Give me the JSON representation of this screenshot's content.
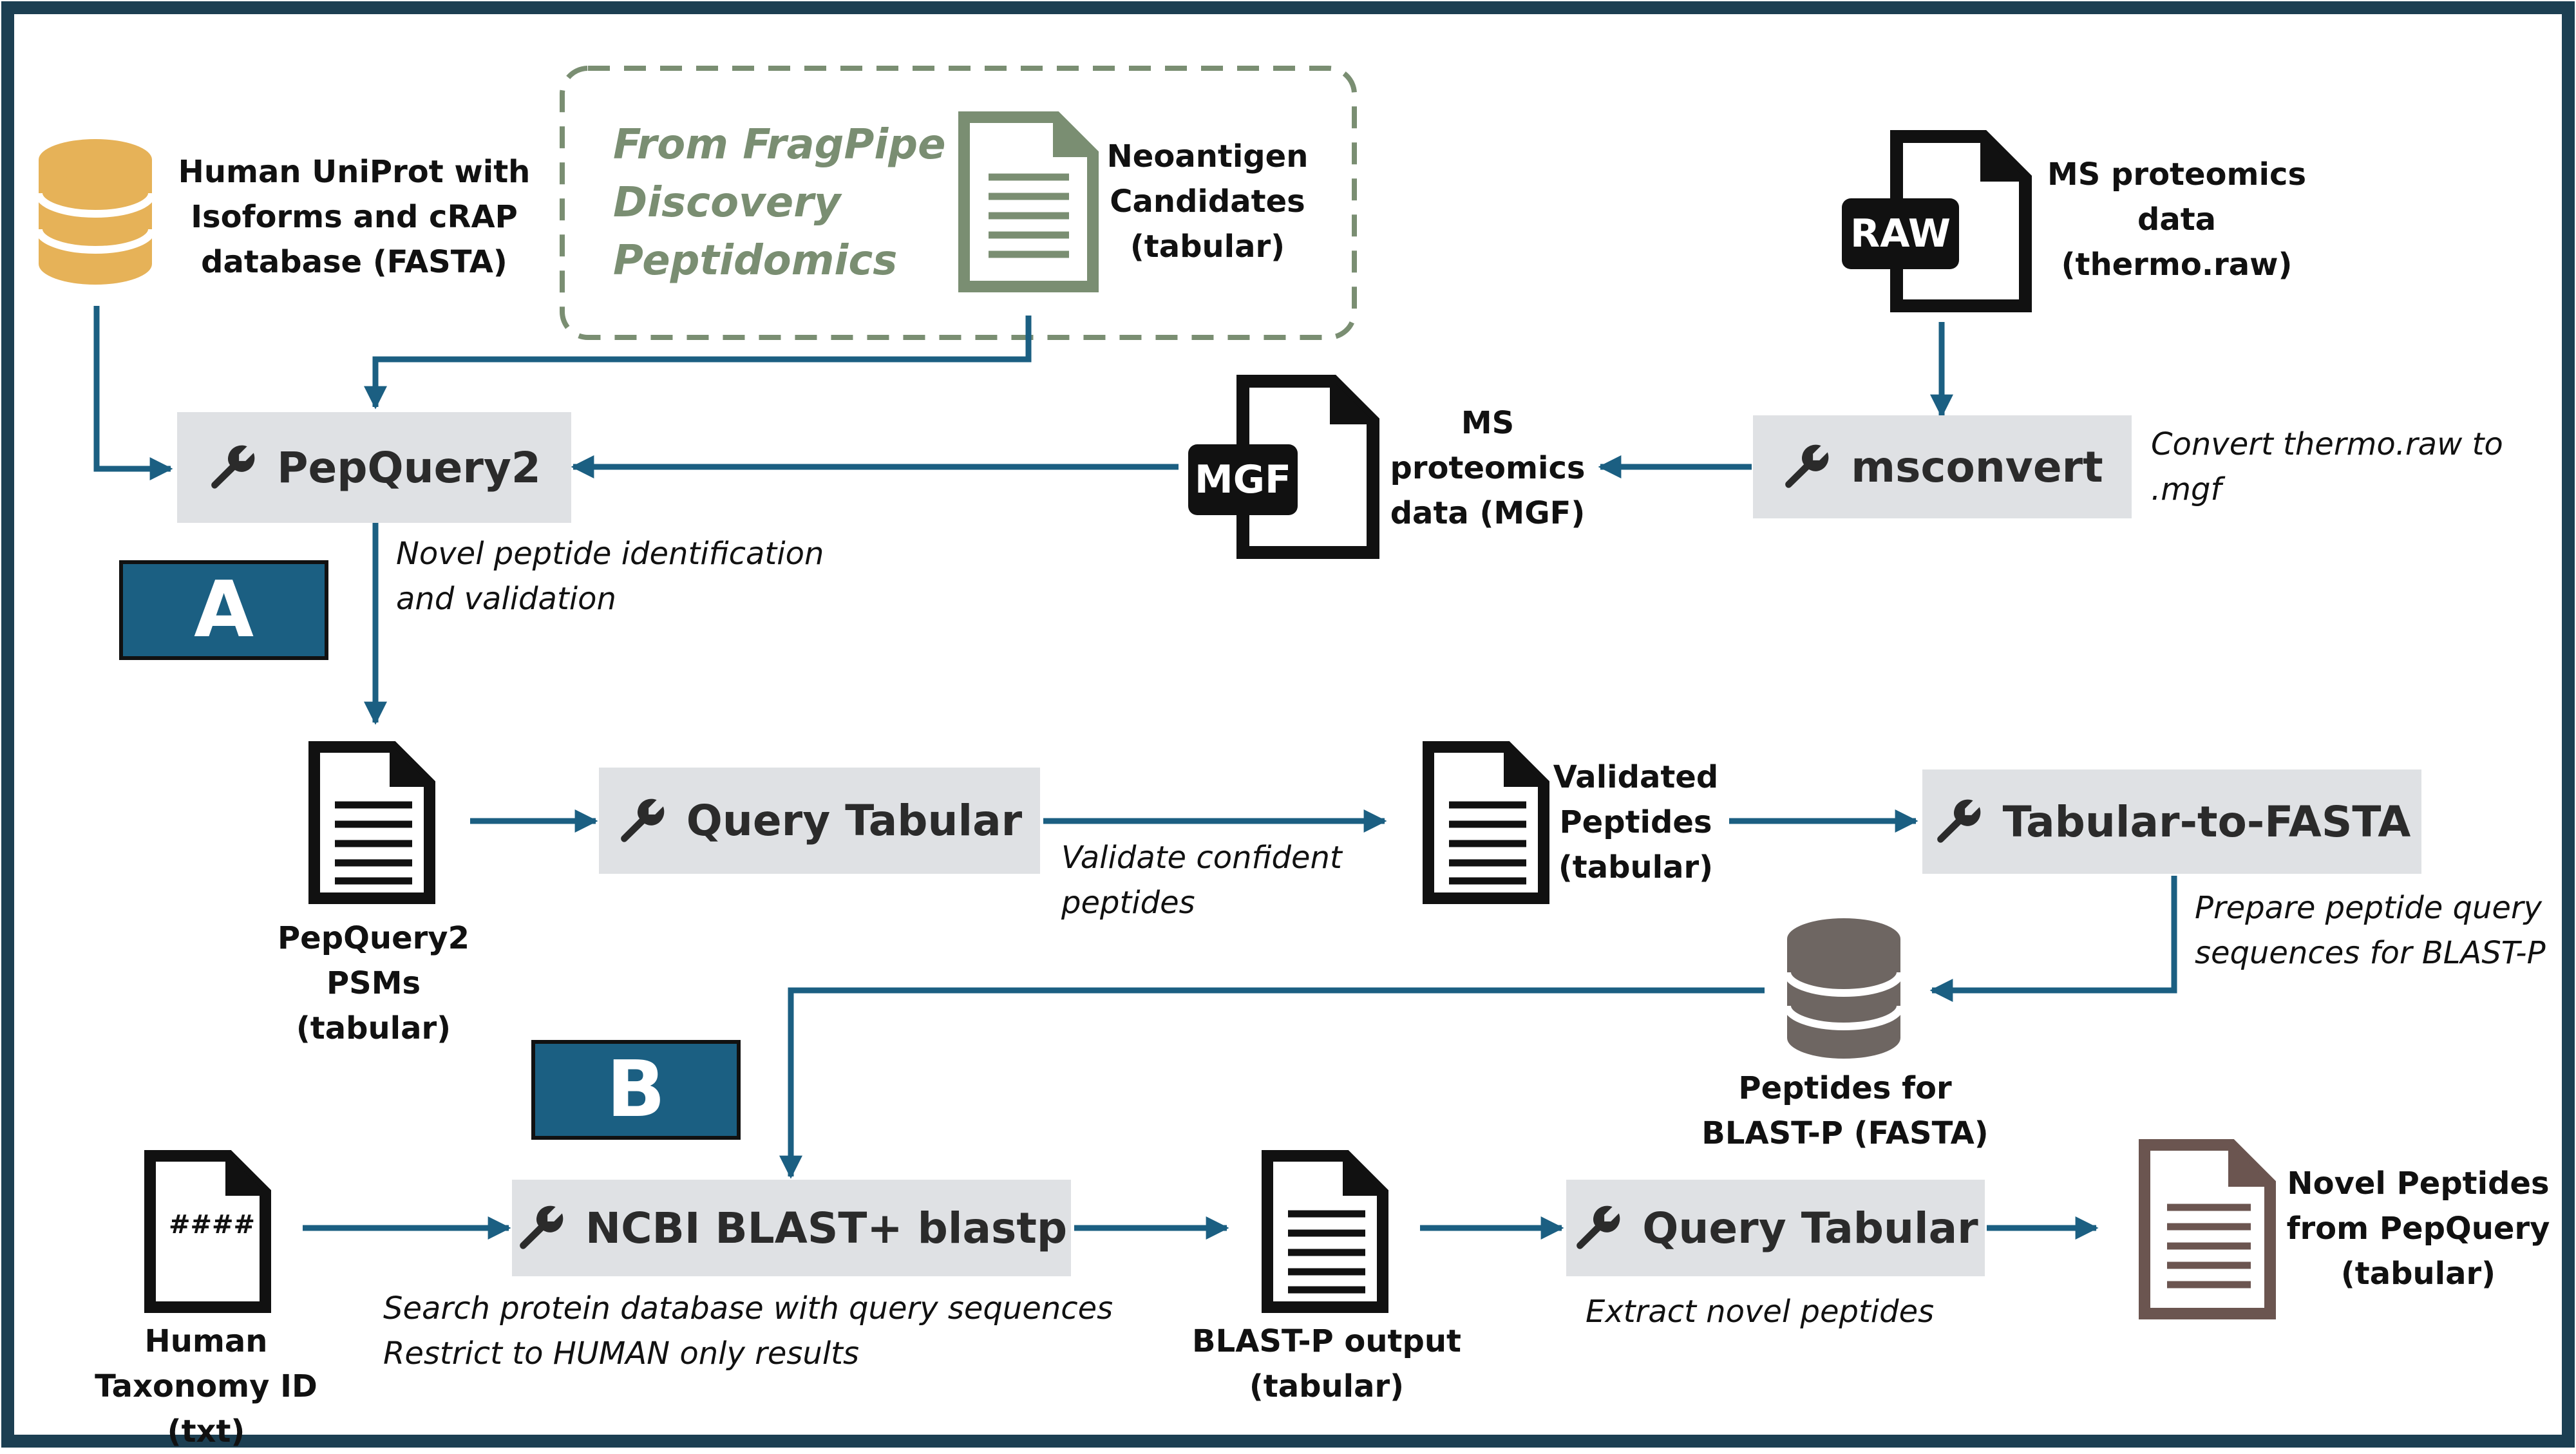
{
  "colors": {
    "arrow": "#1b5f82",
    "tool_bg": "#dfe1e4",
    "badge": "#1b5f82",
    "fasta_db": "#e6b258",
    "peptide_db": "#6e6662",
    "neo_doc": "#7a8e72",
    "final_doc": "#6b5550"
  },
  "icons": [
    "wrench-icon",
    "database-icon",
    "document-icon",
    "raw-file-icon",
    "mgf-file-icon",
    "hash-file-icon"
  ],
  "inputs": {
    "fasta_db": "Human UniProt with\nIsoforms and cRAP\ndatabase (FASTA)",
    "fragpipe_title": "From FragPipe\nDiscovery\nPeptidomics",
    "neoantigen": "Neoantigen\nCandidates\n(tabular)",
    "raw_tag": "RAW",
    "raw": "MS proteomics\ndata\n(thermo.raw)",
    "mgf_tag": "MGF",
    "mgf": "MS\nproteomics\ndata (MGF)"
  },
  "tools": {
    "pepquery2": "PepQuery2",
    "msconvert": "msconvert",
    "query_tabular_1": "Query Tabular",
    "tabular_to_fasta": "Tabular-to-FASTA",
    "blastp": "NCBI BLAST+ blastp",
    "query_tabular_2": "Query Tabular"
  },
  "captions": {
    "msconvert": "Convert thermo.raw to\n.mgf",
    "pepquery2": "Novel peptide identification\nand validation",
    "validate": "Validate confident\npeptides",
    "prepare": "Prepare peptide query\nsequences for BLAST-P",
    "search": "Search protein database with query sequences\nRestrict to HUMAN only results",
    "extract": "Extract novel peptides"
  },
  "outputs": {
    "psms": "PepQuery2\nPSMs (tabular)",
    "validated": "Validated\nPeptides\n(tabular)",
    "peptides_fasta": "Peptides for\nBLAST-P (FASTA)",
    "taxonomy_tag": "####",
    "taxonomy": "Human\nTaxonomy ID (txt)",
    "blast_output": "BLAST-P output\n(tabular)",
    "novel": "Novel Peptides\nfrom PepQuery\n(tabular)"
  },
  "badges": {
    "a": "A",
    "b": "B"
  }
}
